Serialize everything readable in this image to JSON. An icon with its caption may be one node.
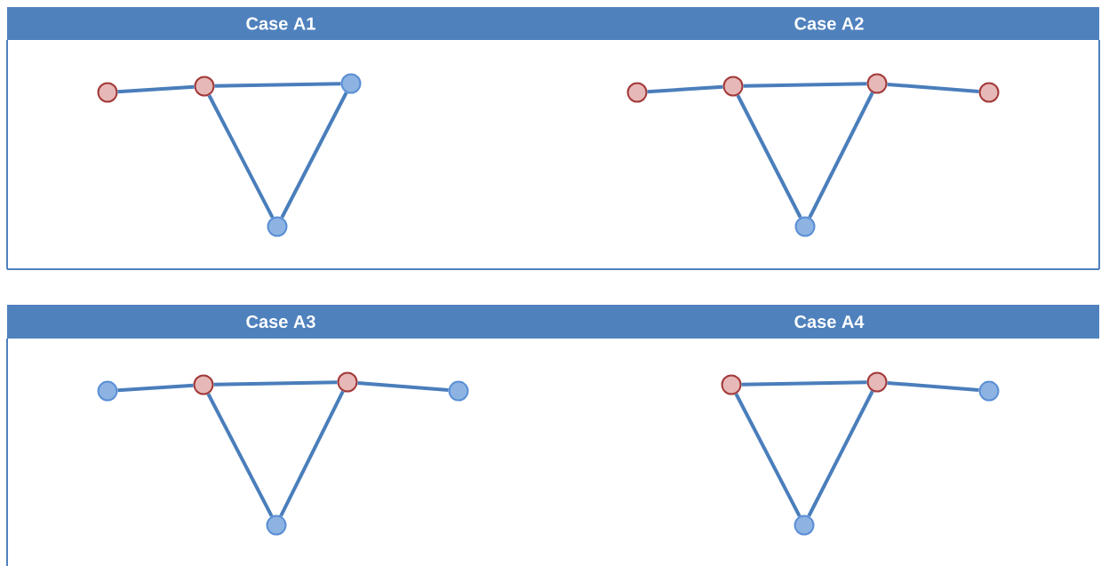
{
  "diagram": {
    "nodes": [
      {
        "text": [
          "Case A1",
          "Case A2"
        ]
      },
      {
        "text": [],
        "shape": "circle",
        "in": 0
      },
      {
        "text": [],
        "shape": "circle",
        "in": 0
      },
      {
        "text": [],
        "shape": "circle",
        "in": 0
      },
      {
        "text": [],
        "shape": "circle",
        "in": 0
      },
      {
        "text": [],
        "shape": "circle",
        "in": 0
      },
      {
        "text": [],
        "shape": "circle",
        "in": 0
      },
      {
        "text": [],
        "shape": "circle",
        "in": 0
      },
      {
        "text": [],
        "shape": "circle",
        "in": 0
      },
      {
        "text": [],
        "shape": "circle",
        "in": 0
      },
      {
        "text": [
          "Case A3",
          "Case A4"
        ]
      },
      {
        "text": [],
        "shape": "circle",
        "in": 10
      },
      {
        "text": [],
        "shape": "circle",
        "in": 10
      },
      {
        "text": [],
        "shape": "circle",
        "in": 10
      },
      {
        "text": [],
        "shape": "circle",
        "in": 10
      },
      {
        "text": [],
        "shape": "circle",
        "in": 10
      },
      {
        "text": [],
        "shape": "circle",
        "in": 10
      },
      {
        "text": [],
        "shape": "circle",
        "in": 10
      },
      {
        "text": [],
        "shape": "circle",
        "in": 10
      },
      {
        "text": [],
        "shape": "circle",
        "in": 10
      }
    ],
    "edges": [
      {
        "from": 1,
        "to": 2,
        "arrow": "none"
      },
      {
        "from": 2,
        "to": 3,
        "arrow": "none"
      },
      {
        "from": 2,
        "to": 4,
        "arrow": "none"
      },
      {
        "from": 3,
        "to": 4,
        "arrow": "none"
      },
      {
        "from": 5,
        "to": 6,
        "arrow": "none"
      },
      {
        "from": 6,
        "to": 7,
        "arrow": "none"
      },
      {
        "from": 7,
        "to": 8,
        "arrow": "none"
      },
      {
        "from": 6,
        "to": 9,
        "arrow": "none"
      },
      {
        "from": 7,
        "to": 9,
        "arrow": "none"
      },
      {
        "from": 11,
        "to": 12,
        "arrow": "none"
      },
      {
        "from": 12,
        "to": 13,
        "arrow": "none"
      },
      {
        "from": 13,
        "to": 14,
        "arrow": "none"
      },
      {
        "from": 12,
        "to": 15,
        "arrow": "none"
      },
      {
        "from": 13,
        "to": 15,
        "arrow": "none"
      },
      {
        "from": 16,
        "to": 17,
        "arrow": "none"
      },
      {
        "from": 17,
        "to": 18,
        "arrow": "none"
      },
      {
        "from": 16,
        "to": 19,
        "arrow": "none"
      },
      {
        "from": 17,
        "to": 19,
        "arrow": "none"
      }
    ]
  }
}
